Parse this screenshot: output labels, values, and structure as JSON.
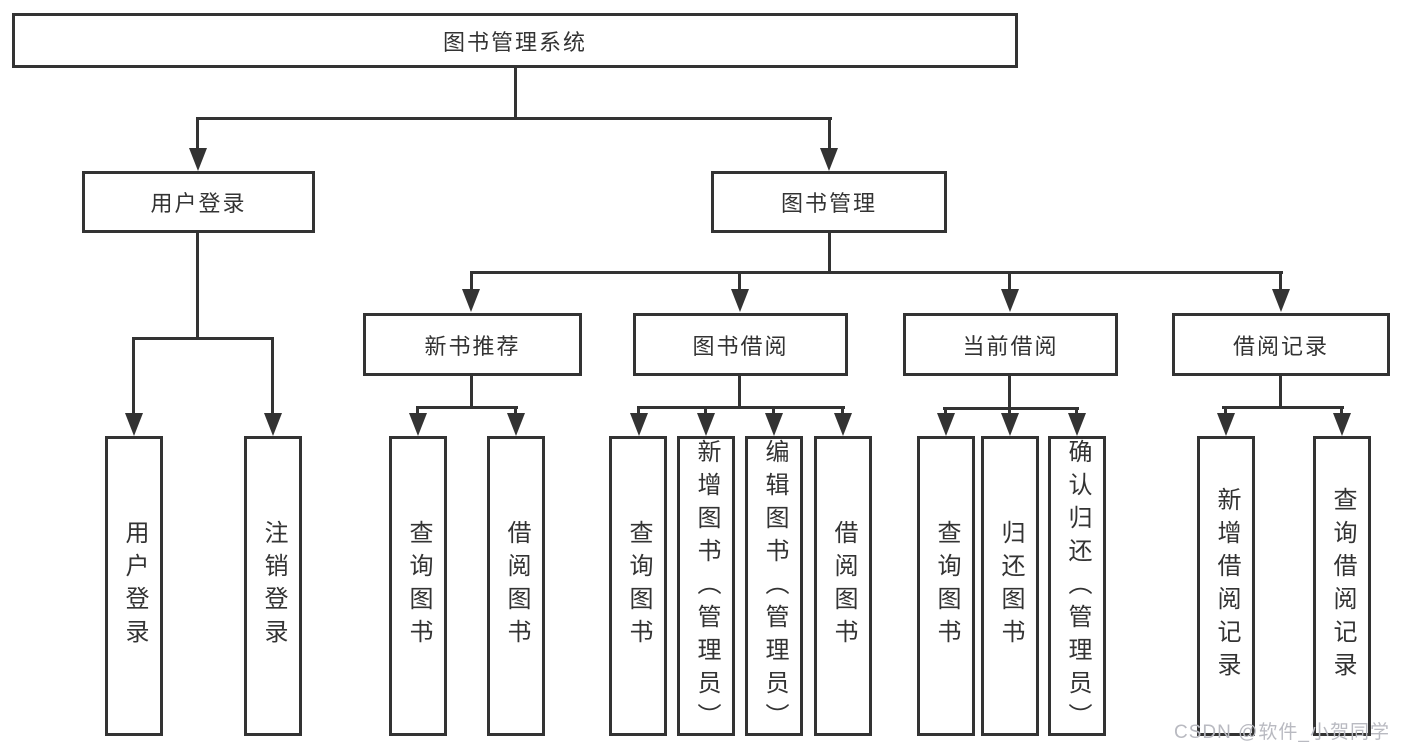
{
  "tree": {
    "label": "图书管理系统",
    "children": [
      {
        "label": "用户登录",
        "children": [
          {
            "label": "用户登录"
          },
          {
            "label": "注销登录"
          }
        ]
      },
      {
        "label": "图书管理",
        "children": [
          {
            "label": "新书推荐",
            "children": [
              {
                "label": "查询图书"
              },
              {
                "label": "借阅图书"
              }
            ]
          },
          {
            "label": "图书借阅",
            "children": [
              {
                "label": "查询图书"
              },
              {
                "label": "新增图书（管理员）"
              },
              {
                "label": "编辑图书（管理员）"
              },
              {
                "label": "借阅图书"
              }
            ]
          },
          {
            "label": "当前借阅",
            "children": [
              {
                "label": "查询图书"
              },
              {
                "label": "归还图书"
              },
              {
                "label": "确认归还（管理员）"
              }
            ]
          },
          {
            "label": "借阅记录",
            "children": [
              {
                "label": "新增借阅记录"
              },
              {
                "label": "查询借阅记录"
              }
            ]
          }
        ]
      }
    ]
  },
  "watermark": "CSDN @软件_小贺同学",
  "colors": {
    "line": "#333333",
    "text": "#333333",
    "watermark": "#b9bac1",
    "background": "#ffffff"
  }
}
